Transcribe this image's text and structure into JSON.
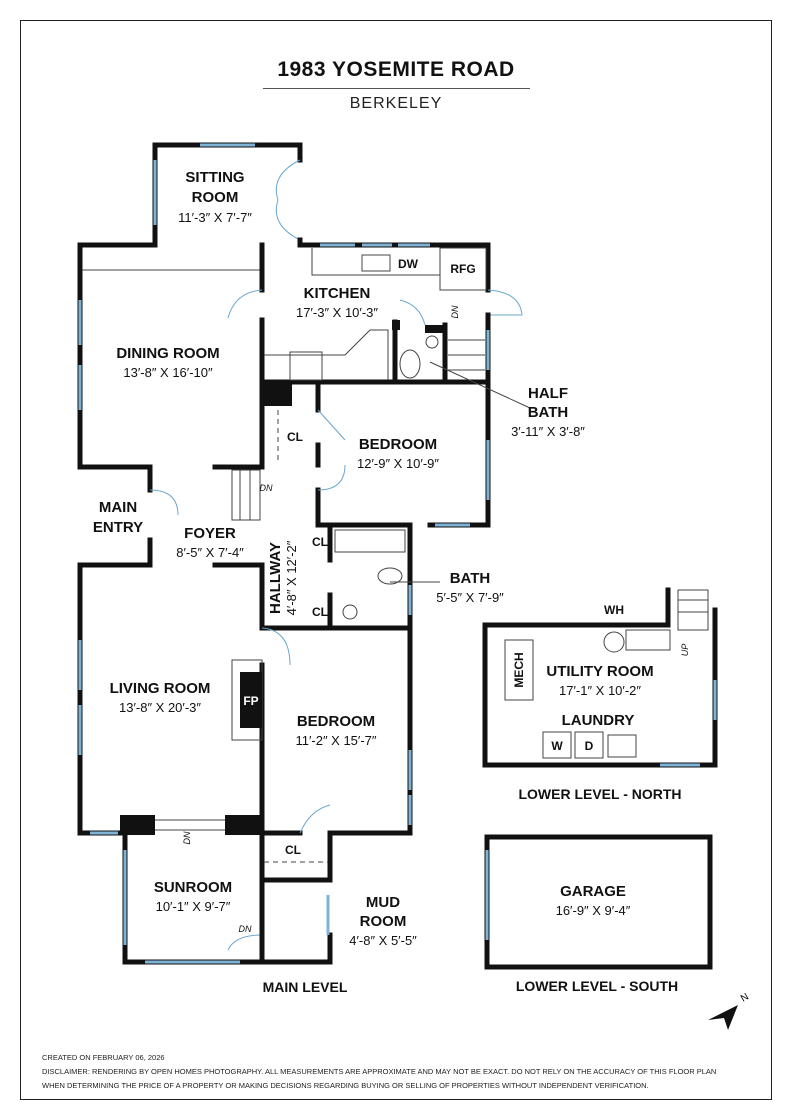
{
  "header": {
    "title": "1983 YOSEMITE ROAD",
    "city": "BERKELEY"
  },
  "rooms": {
    "sitting_room": {
      "name_1": "SITTING",
      "name_2": "ROOM",
      "dims": "11′-3″ X 7′-7″"
    },
    "kitchen": {
      "name": "KITCHEN",
      "dims": "17′-3″ X 10′-3″",
      "dw": "DW",
      "rfg": "RFG"
    },
    "dining_room": {
      "name": "DINING ROOM",
      "dims": "13′-8″ X 16′-10″"
    },
    "half_bath": {
      "name_1": "HALF",
      "name_2": "BATH",
      "dims": "3′-11″ X 3′-8″"
    },
    "bedroom_1": {
      "name": "BEDROOM",
      "dims": "12′-9″ X 10′-9″"
    },
    "main_entry": {
      "name_1": "MAIN",
      "name_2": "ENTRY"
    },
    "foyer": {
      "name": "FOYER",
      "dims": "8′-5″ X 7′-4″"
    },
    "hallway": {
      "name": "HALLWAY",
      "dims": "4′-8″ X 12′-2″"
    },
    "bath": {
      "name": "BATH",
      "dims": "5′-5″ X 7′-9″"
    },
    "living_room": {
      "name": "LIVING ROOM",
      "dims": "13′-8″ X 20′-3″",
      "fp": "FP"
    },
    "bedroom_2": {
      "name": "BEDROOM",
      "dims": "11′-2″ X 15′-7″"
    },
    "sunroom": {
      "name": "SUNROOM",
      "dims": "10′-1″ X 9′-7″"
    },
    "mud_room": {
      "name_1": "MUD",
      "name_2": "ROOM",
      "dims": "4′-8″ X 5′-5″"
    },
    "utility_room": {
      "name": "UTILITY ROOM",
      "dims": "17′-1″ X 10′-2″",
      "mech": "MECH",
      "wh": "WH",
      "up": "UP"
    },
    "laundry": {
      "name": "LAUNDRY",
      "w": "W",
      "d": "D"
    },
    "garage": {
      "name": "GARAGE",
      "dims": "16′-9″ X 9′-4″"
    }
  },
  "labels": {
    "cl": "CL",
    "dn": "DN"
  },
  "levels": {
    "main": "MAIN LEVEL",
    "north": "LOWER LEVEL - NORTH",
    "south": "LOWER LEVEL - SOUTH"
  },
  "compass": {
    "label": "N"
  },
  "footer": {
    "created": "CREATED ON FEBRUARY 06, 2026",
    "disclaimer_1": "DISCLAIMER: RENDERING BY OPEN HOMES PHOTOGRAPHY. ALL MEASUREMENTS ARE APPROXIMATE AND MAY NOT BE EXACT. DO NOT RELY ON THE ACCURACY OF THIS FLOOR PLAN",
    "disclaimer_2": "WHEN DETERMINING THE PRICE OF A PROPERTY OR MAKING DECISIONS REGARDING BUYING OR SELLING OF PROPERTIES WITHOUT INDEPENDENT VERIFICATION."
  },
  "colors": {
    "wall": "#111111",
    "window": "#7fb3d5"
  }
}
